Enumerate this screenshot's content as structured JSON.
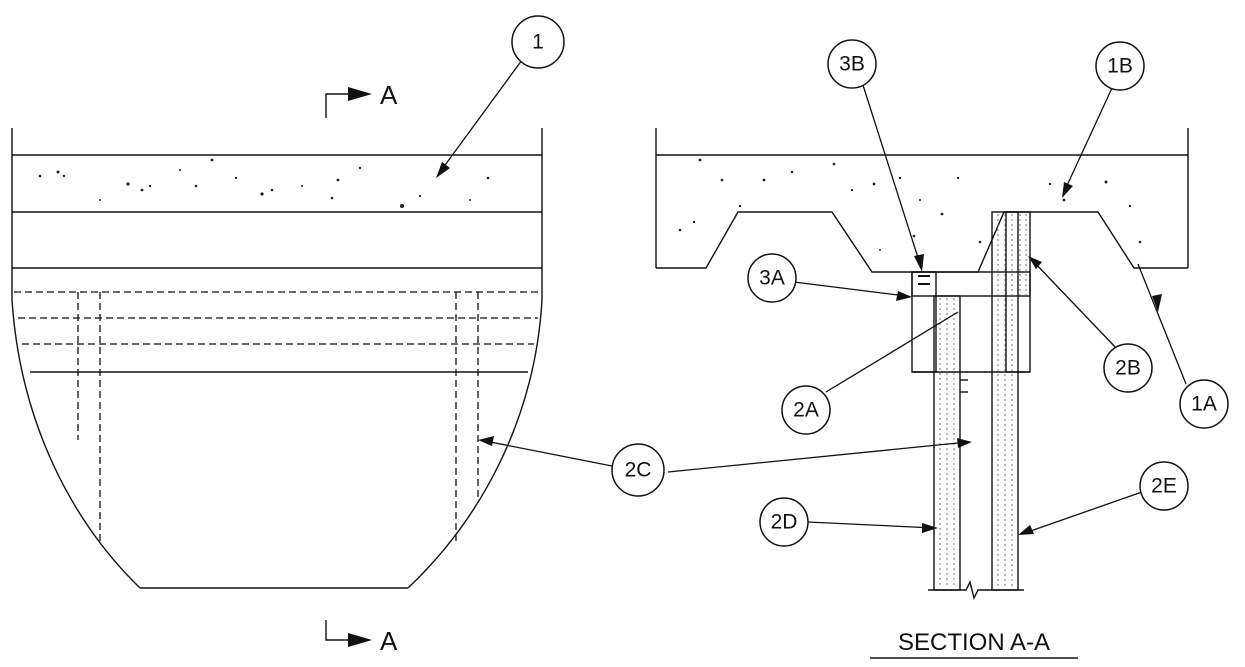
{
  "callouts": {
    "c1": "1",
    "c1A": "1A",
    "c1B": "1B",
    "c2A": "2A",
    "c2B": "2B",
    "c2C": "2C",
    "c2D": "2D",
    "c2E": "2E",
    "c3A": "3A",
    "c3B": "3B"
  },
  "section_marks": {
    "top_letter": "A",
    "bottom_letter": "A"
  },
  "section_title": "SECTION A-A"
}
